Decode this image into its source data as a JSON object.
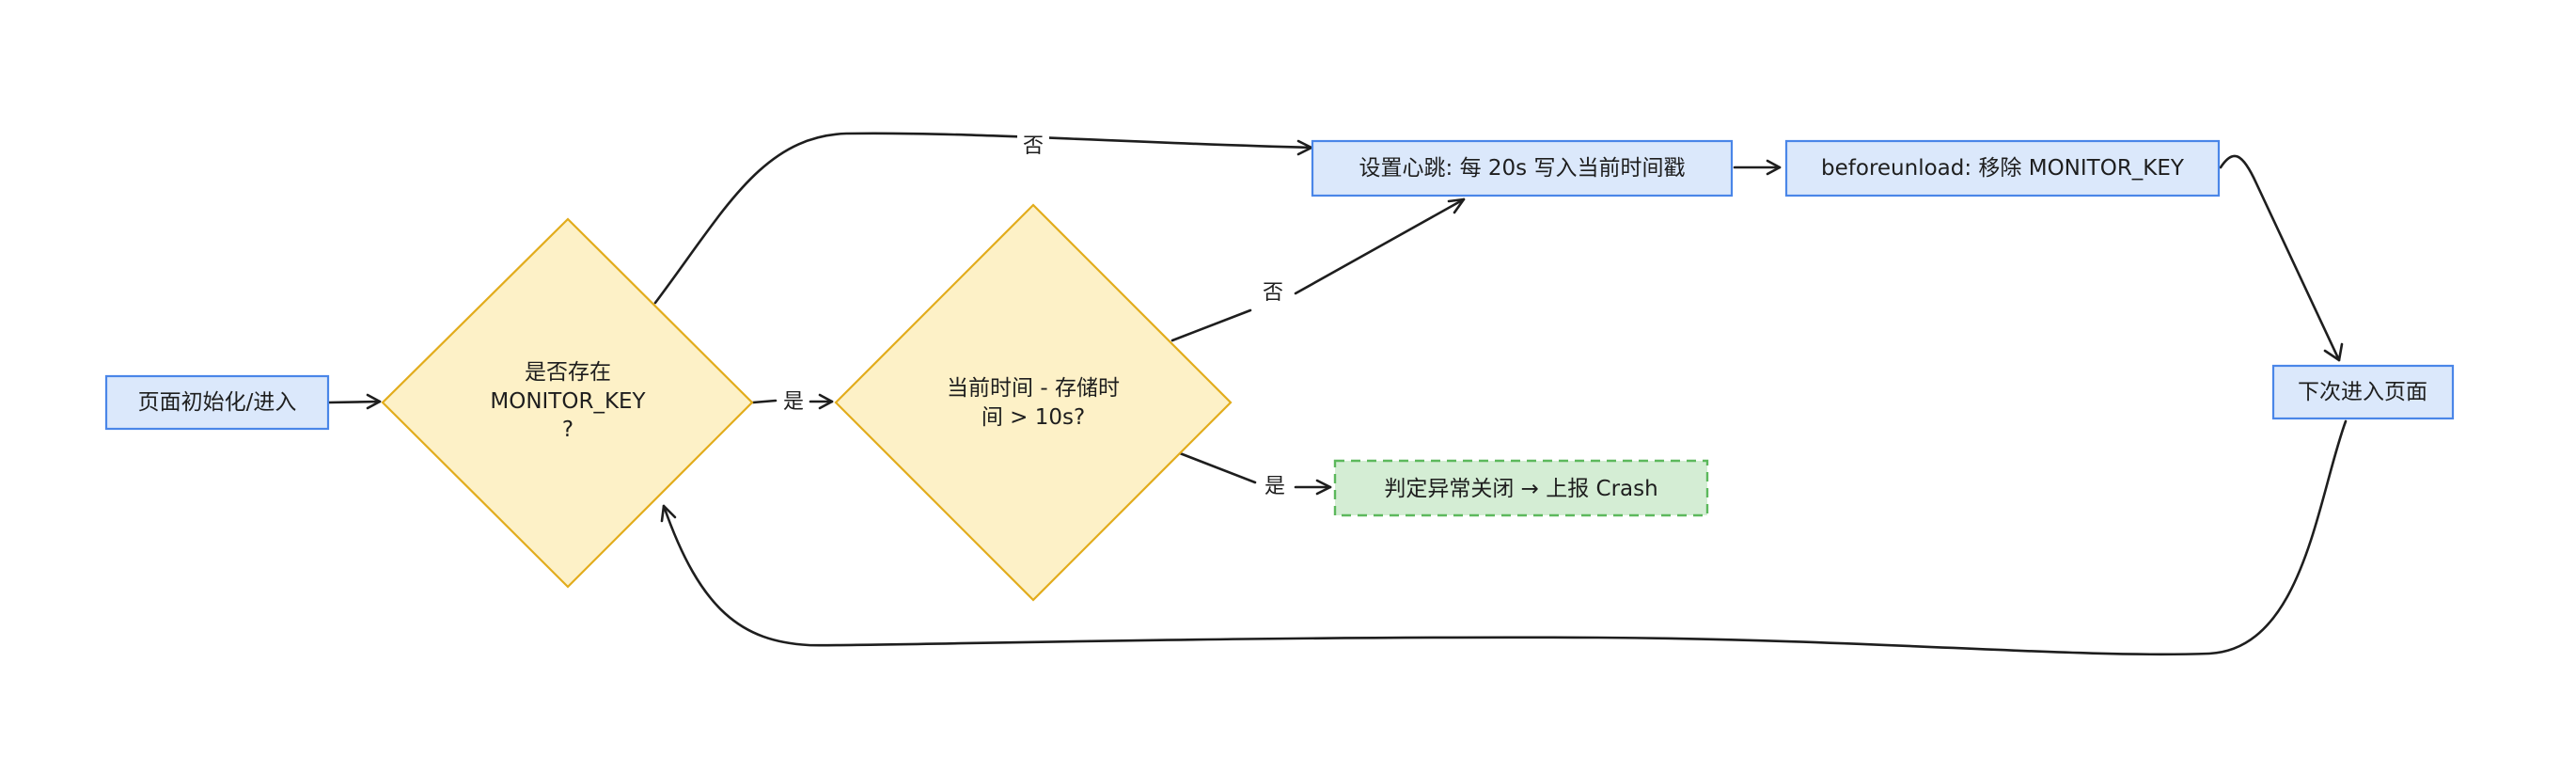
{
  "nodes": {
    "init": {
      "label": "页面初始化/进入",
      "fill": "#dbe8fb",
      "stroke": "#4a86e8"
    },
    "check_key": {
      "lines": [
        "是否存在",
        "MONITOR_KEY",
        "?"
      ],
      "fill": "#fdf1c7",
      "stroke": "#e2ac1c"
    },
    "check_time": {
      "lines": [
        "当前时间 - 存储时",
        "间 > 10s?"
      ],
      "fill": "#fdf1c7",
      "stroke": "#e2ac1c"
    },
    "heartbeat": {
      "label": "设置心跳: 每 20s 写入当前时间戳",
      "fill": "#dbe8fb",
      "stroke": "#4a86e8"
    },
    "beforeunload": {
      "label": "beforeunload: 移除 MONITOR_KEY",
      "fill": "#dbe8fb",
      "stroke": "#4a86e8"
    },
    "next_enter": {
      "label": "下次进入页面",
      "fill": "#dbe8fb",
      "stroke": "#4a86e8"
    },
    "crash": {
      "label": "判定异常关闭 → 上报 Crash",
      "fill": "#d4edd4",
      "stroke": "#5cb85c"
    }
  },
  "edges": {
    "no_key_to_heartbeat": "否",
    "key_yes_to_time": "是",
    "time_no_to_heartbeat": "否",
    "time_yes_to_crash": "是"
  }
}
